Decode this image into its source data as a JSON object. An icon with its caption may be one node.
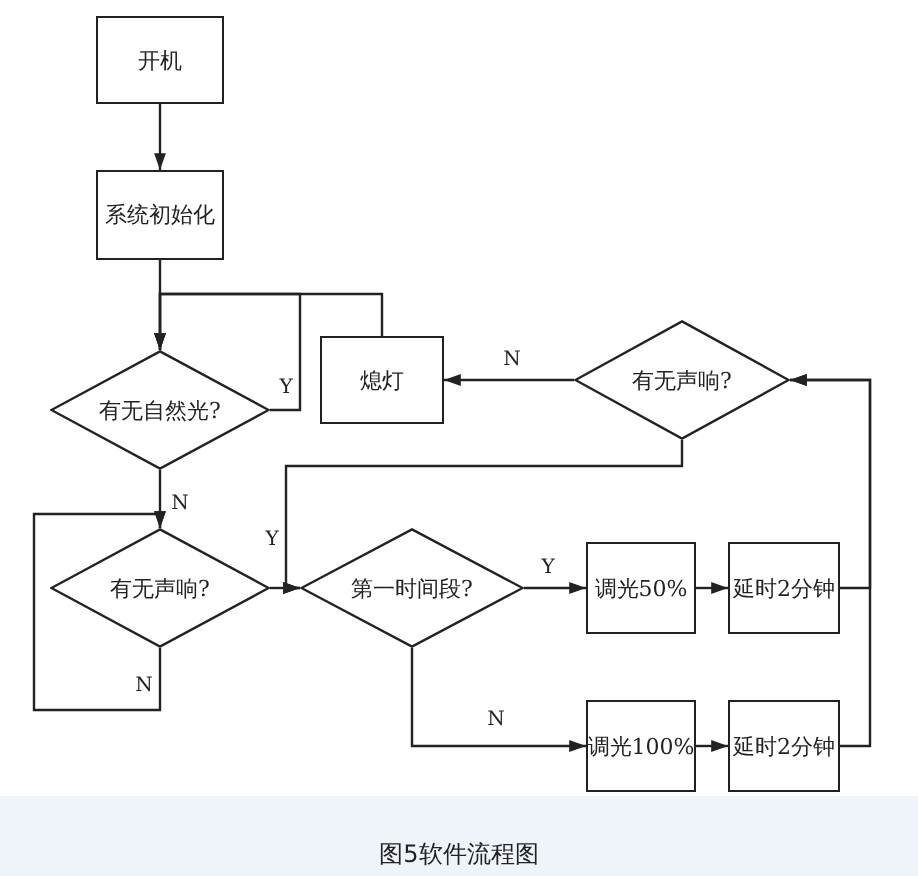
{
  "diagram": {
    "caption": "图5软件流程图",
    "nodes": [
      {
        "text": [
          "开机"
        ]
      },
      {
        "text": [
          "系统初始化"
        ]
      },
      {
        "text": [
          "有无自然光?"
        ]
      },
      {
        "text": [
          "熄灯"
        ]
      },
      {
        "text": [
          "有无声响?"
        ]
      },
      {
        "text": [
          "有无声响?"
        ]
      },
      {
        "text": [
          "第一时间段?"
        ]
      },
      {
        "text": [
          "调光50%"
        ]
      },
      {
        "text": [
          "延时2分钟"
        ]
      },
      {
        "text": [
          "调光100%"
        ]
      },
      {
        "text": [
          "延时2分钟"
        ]
      }
    ],
    "edges": [
      {
        "from": 0,
        "to": 1,
        "arrow": "to"
      },
      {
        "from": 1,
        "to": 2,
        "arrow": "to"
      },
      {
        "from": 2,
        "to": 2,
        "arrow": "to",
        "label": "Y"
      },
      {
        "from": 3,
        "to": 2,
        "arrow": "to"
      },
      {
        "from": 2,
        "to": 5,
        "arrow": "to",
        "label": "N"
      },
      {
        "from": 5,
        "to": 5,
        "arrow": "to",
        "label": "N"
      },
      {
        "from": 5,
        "to": 6,
        "arrow": "to"
      },
      {
        "from": 4,
        "to": 6,
        "arrow": "to",
        "label": "Y"
      },
      {
        "from": 6,
        "to": 7,
        "arrow": "to",
        "label": "Y"
      },
      {
        "from": 6,
        "to": 9,
        "arrow": "to",
        "label": "N"
      },
      {
        "from": 7,
        "to": 8,
        "arrow": "to"
      },
      {
        "from": 9,
        "to": 10,
        "arrow": "to"
      },
      {
        "from": 8,
        "to": 4,
        "arrow": "to"
      },
      {
        "from": 10,
        "to": 4,
        "arrow": "to"
      },
      {
        "from": 4,
        "to": 3,
        "arrow": "to",
        "label": "N"
      }
    ]
  }
}
